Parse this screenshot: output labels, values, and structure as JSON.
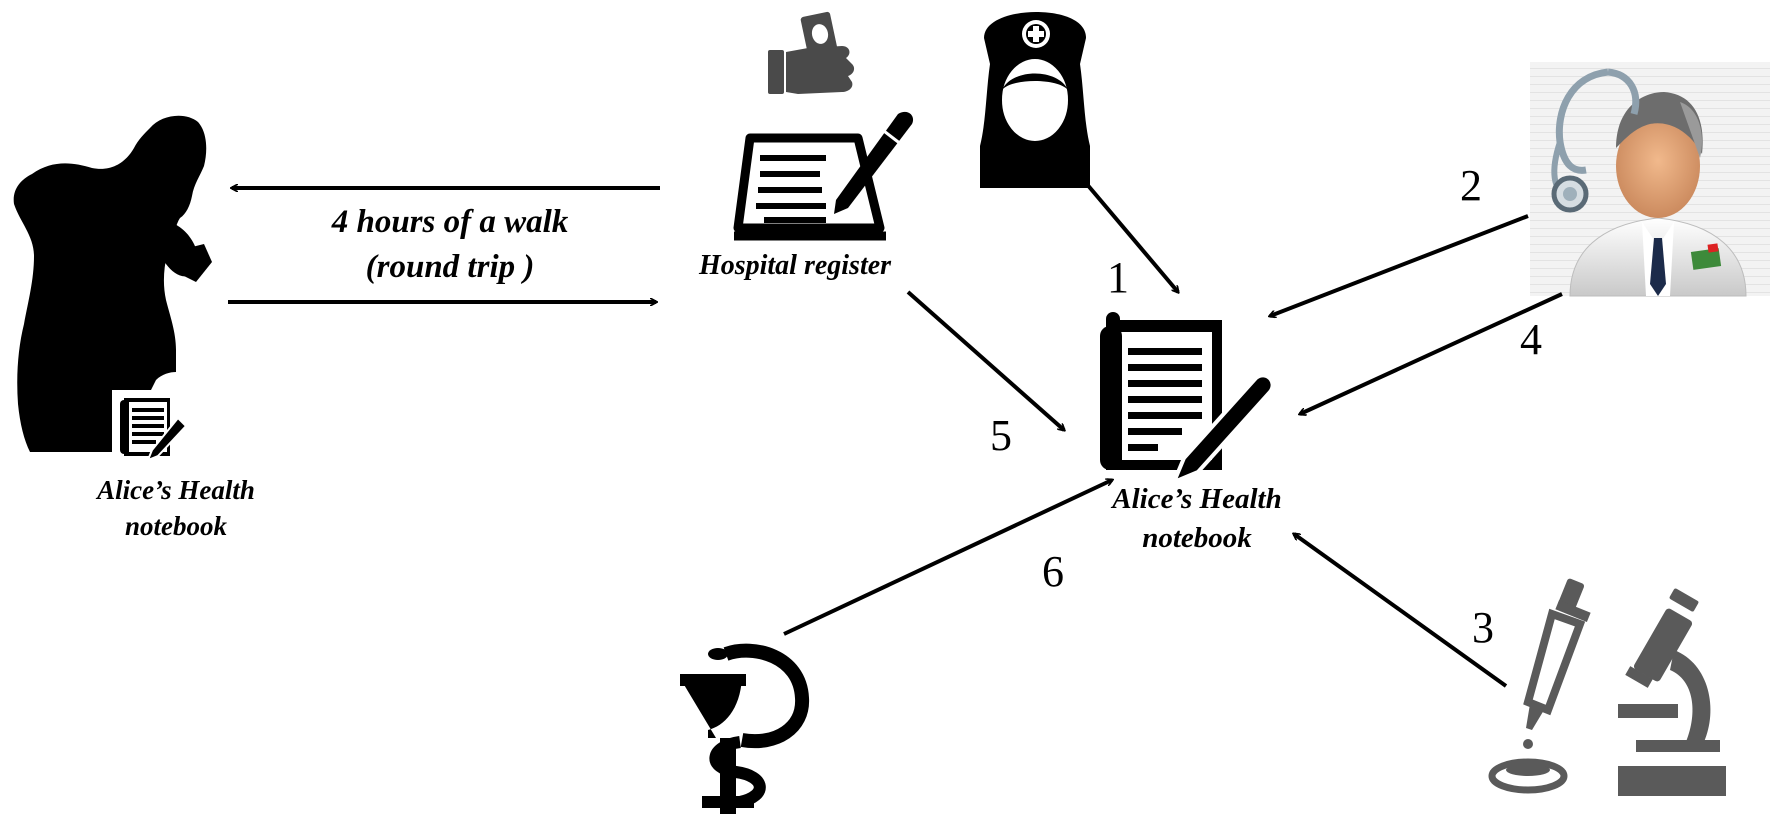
{
  "walk_label": {
    "line1": "4 hours of a walk",
    "line2": "(round trip )"
  },
  "hospital_register_label": "Hospital register",
  "patient_notebook_label": {
    "line1": "Alice’s Health",
    "line2": "notebook"
  },
  "central_notebook_label": {
    "line1": "Alice’s Health",
    "line2": "notebook"
  },
  "step_numbers": {
    "nurse": "1",
    "doctor_first": "2",
    "lab": "3",
    "doctor_second": "4",
    "register": "5",
    "pharmacy": "6"
  },
  "icons": {
    "patient": "woman-silhouette-icon",
    "hand_money": "hand-holding-money-icon",
    "register": "register-with-pen-icon",
    "nurse": "nurse-icon",
    "doctor": "doctor-with-stethoscope-icon",
    "notebook": "notebook-with-pencil-icon",
    "pharmacy": "pharmacy-bowl-snake-icon",
    "lab": "pipette-and-microscope-icon"
  }
}
